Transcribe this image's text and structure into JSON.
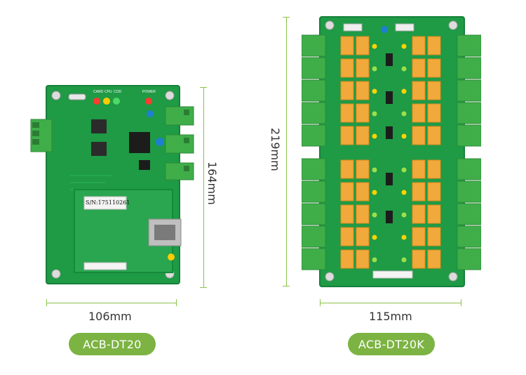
{
  "left_board": {
    "width_label": "106mm",
    "height_label": "164mm",
    "model_label": "ACB-DT20",
    "serial_sticker": "S/N:175110261",
    "silk_labels": [
      "CARD",
      "CPU",
      "COD",
      "POWER"
    ]
  },
  "right_board": {
    "width_label": "115mm",
    "height_label": "219mm",
    "model_label": "ACB-DT20K"
  },
  "colors": {
    "pcb": "#1e9a44",
    "pcb_edge": "#15803a",
    "terminal": "#3fae49",
    "relay": "#f2a93b",
    "accent": "#7cb342"
  }
}
